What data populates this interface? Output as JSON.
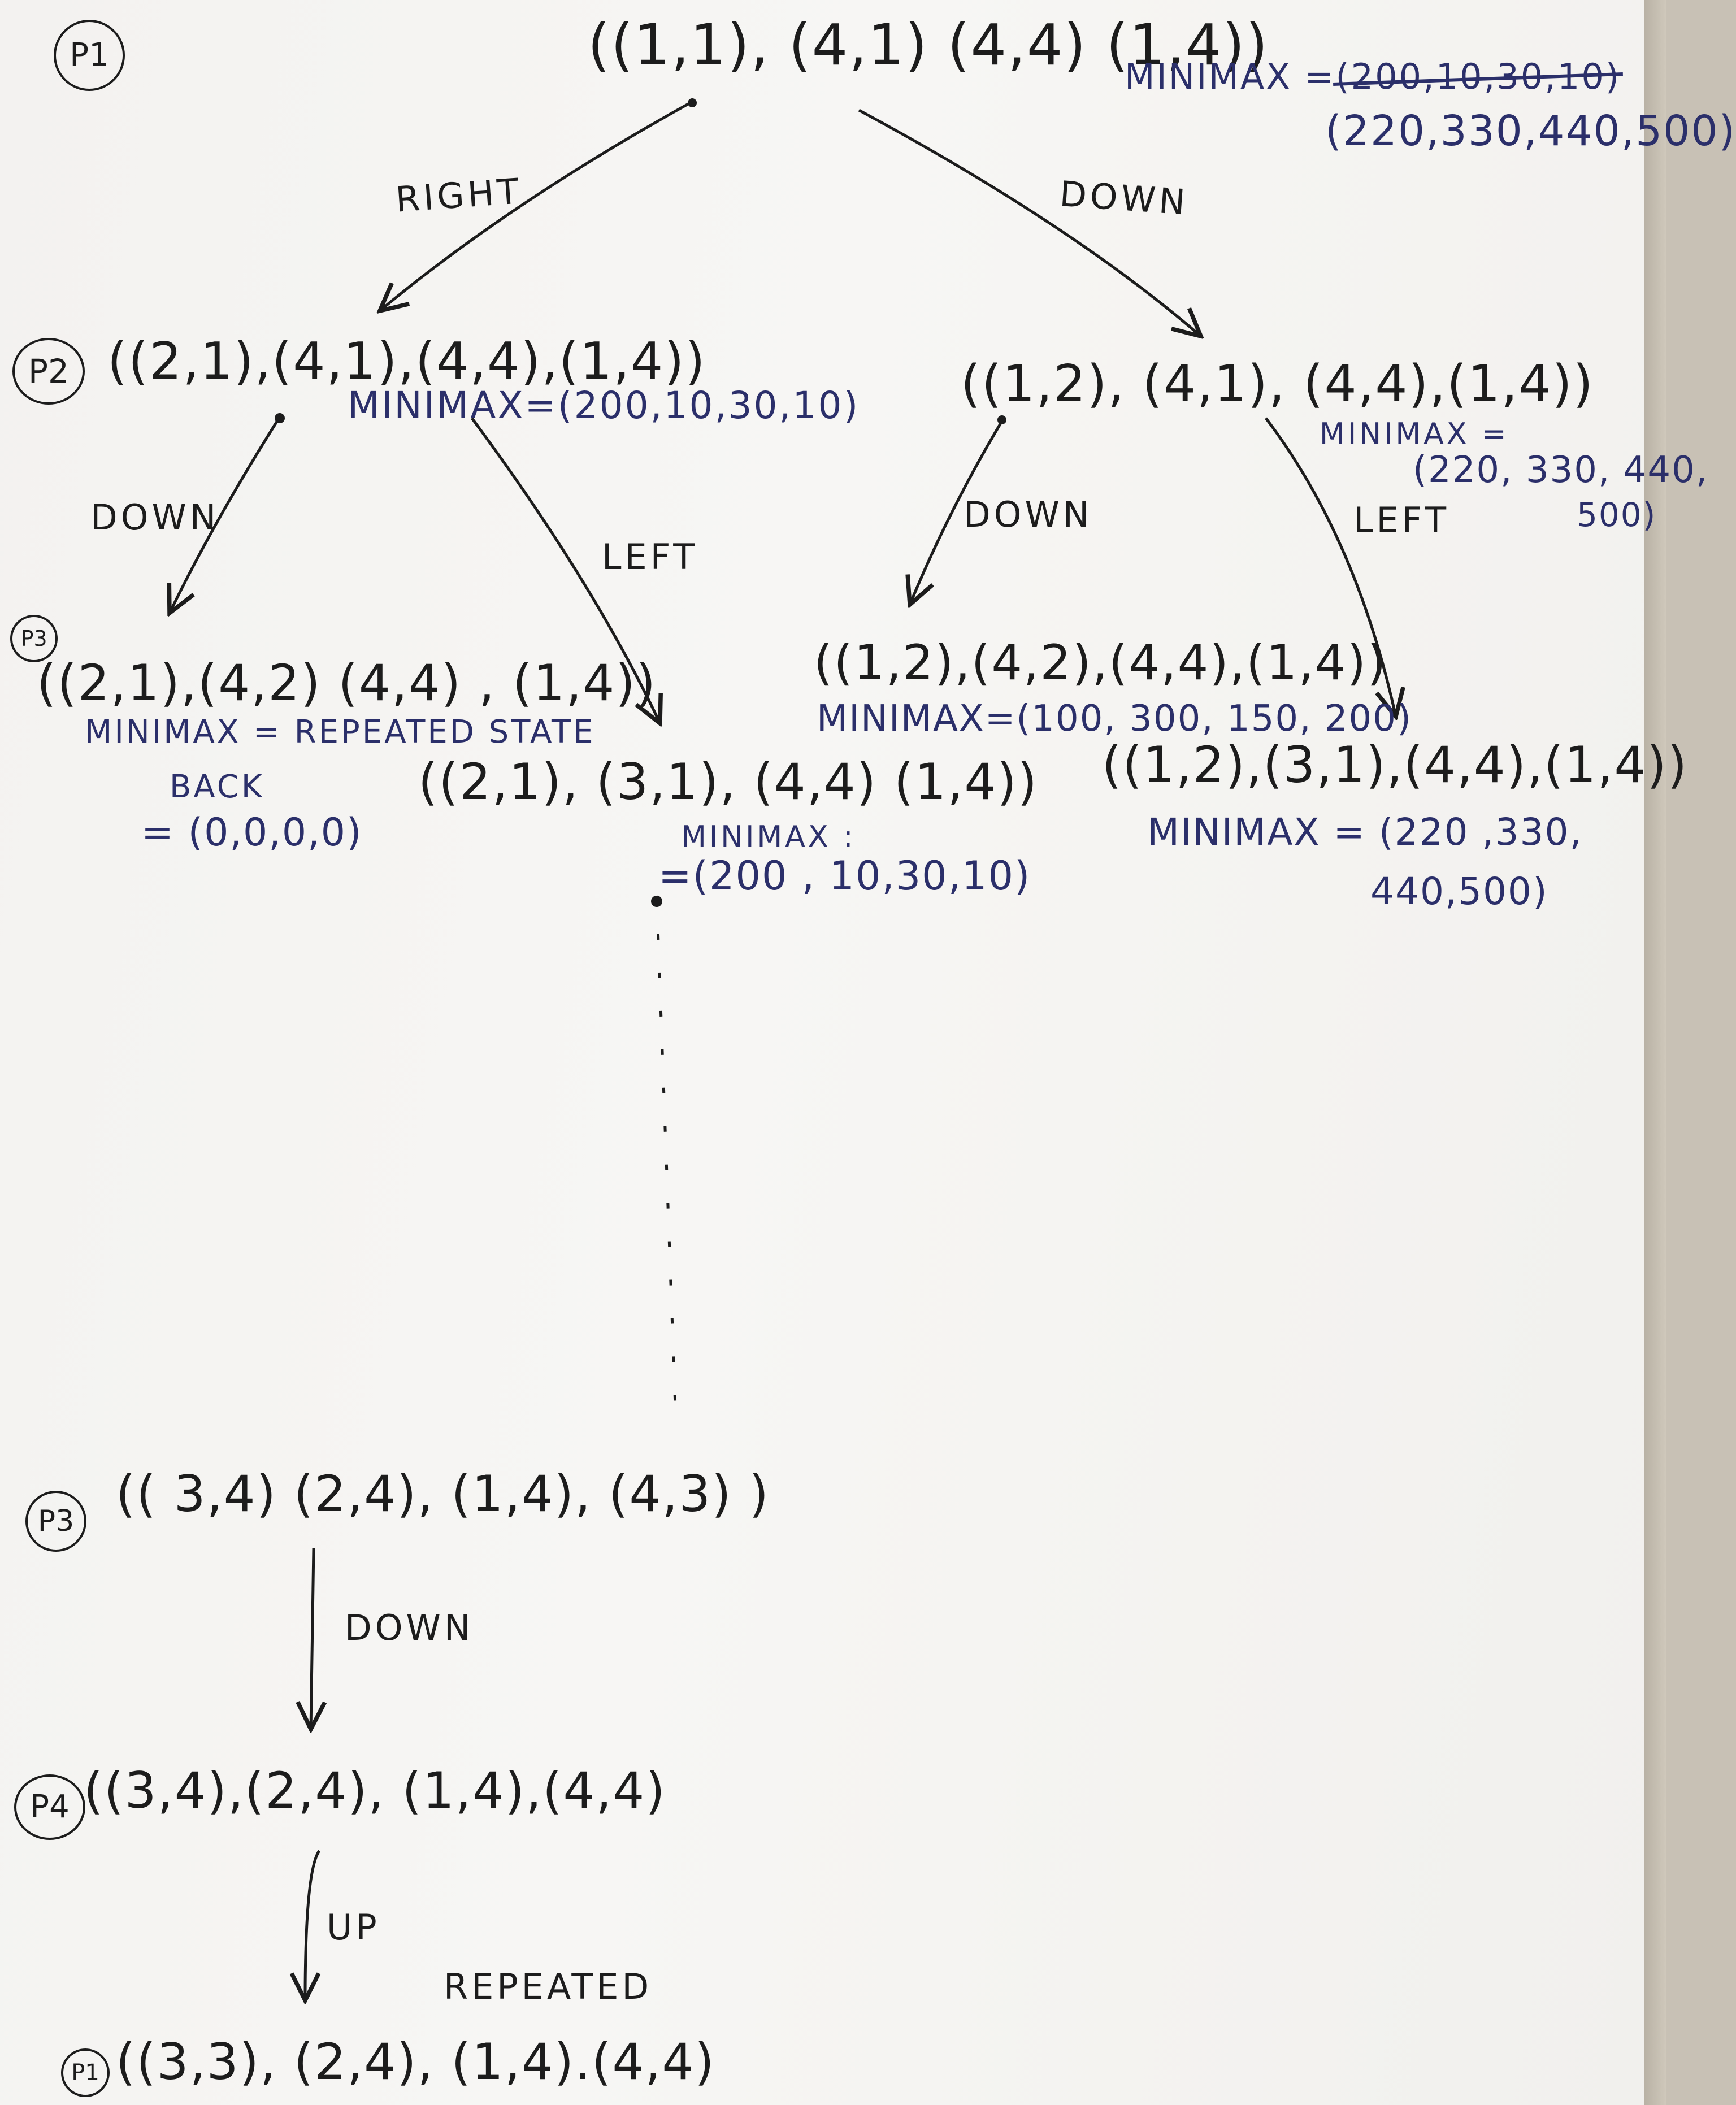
{
  "p1": {
    "label": "P1",
    "state": "((1,1), (4,1) (4,4)  (1,4))",
    "minimax_label": "MINIMAX =",
    "minimax_old": "(200,10,30,10)",
    "minimax_new": "(220,330,440,500)"
  },
  "edges": {
    "right": "RIGHT",
    "down_top": "DOWN",
    "down_left": "DOWN",
    "left_mid": "LEFT",
    "down_right": "DOWN",
    "left_right": "LEFT",
    "down_bottom": "DOWN",
    "up_bottom": "UP"
  },
  "p2": {
    "label": "P2",
    "state": "((2,1),(4,1),(4,4),(1,4))",
    "minimax": "MINIMAX=(200,10,30,10)"
  },
  "down_node": {
    "state": "((1,2), (4,1), (4,4),(1,4))",
    "minimax_label": "MINIMAX =",
    "minimax_line1": "(220, 330, 440,",
    "minimax_line2": "500)"
  },
  "p3_left": {
    "label": "P3",
    "state": "((2,1),(4,2) (4,4) , (1,4))",
    "minimax_line1": "MINIMAX = REPEATED STATE",
    "minimax_line2": "BACK",
    "minimax_line3": "= (0,0,0,0)"
  },
  "left_node": {
    "state": "((2,1), (3,1), (4,4) (1,4))",
    "minimax_label": "MINIMAX :",
    "minimax_value": "=(200 , 10,30,10)"
  },
  "down_down_node": {
    "state": "((1,2),(4,2),(4,4),(1,4))",
    "minimax": "MINIMAX=(100, 300, 150, 200)"
  },
  "down_left_node": {
    "state": "((1,2),(3,1),(4,4),(1,4))",
    "minimax_line1": "MINIMAX = (220 ,330,",
    "minimax_line2": "440,500)"
  },
  "p3_bottom": {
    "label": "P3",
    "state": "(( 3,4) (2,4), (1,4), (4,3) )"
  },
  "p4": {
    "label": "P4",
    "state": "((3,4),(2,4), (1,4),(4,4)"
  },
  "repeated": "REPEATED",
  "p1_bottom": {
    "label": "P1",
    "state": "((3,3), (2,4), (1,4).(4,4)"
  }
}
